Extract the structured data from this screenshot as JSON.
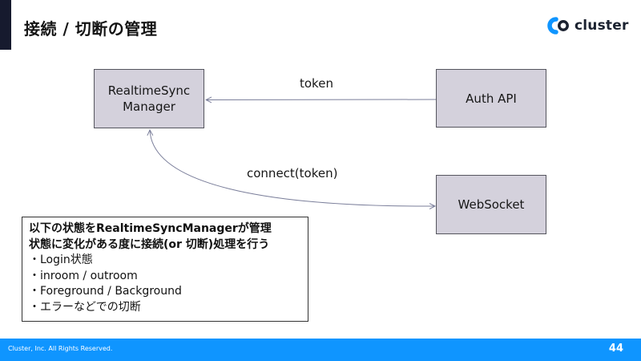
{
  "slide": {
    "title": "接続 / 切断の管理",
    "page_number": "44"
  },
  "brand": {
    "logo_text": "cluster",
    "logo_icon": "cluster-logo-icon",
    "accent_color": "#0f95ff",
    "title_bar_color": "#161a2e"
  },
  "diagram": {
    "nodes": {
      "rtsm": {
        "label_line1": "RealtimeSync",
        "label_line2": "Manager"
      },
      "auth": {
        "label": "Auth API"
      },
      "ws": {
        "label": "WebSocket"
      }
    },
    "edges": {
      "token": {
        "label": "token",
        "from": "Auth API",
        "to": "RealtimeSyncManager"
      },
      "connect": {
        "label": "connect(token)",
        "from": "RealtimeSyncManager",
        "to": "WebSocket"
      }
    },
    "node_fill": "#d4d1dc",
    "edge_color": "#7a7e9a"
  },
  "note": {
    "line1": "以下の状態をRealtimeSyncManagerが管理",
    "line2": "状態に変化がある度に接続(or 切断)処理を行う",
    "items": [
      "・Login状態",
      "・inroom / outroom",
      "・Foreground / Background",
      "・エラーなどでの切断"
    ]
  },
  "footer": {
    "copyright": "Cluster, Inc. All Rights Reserved."
  }
}
